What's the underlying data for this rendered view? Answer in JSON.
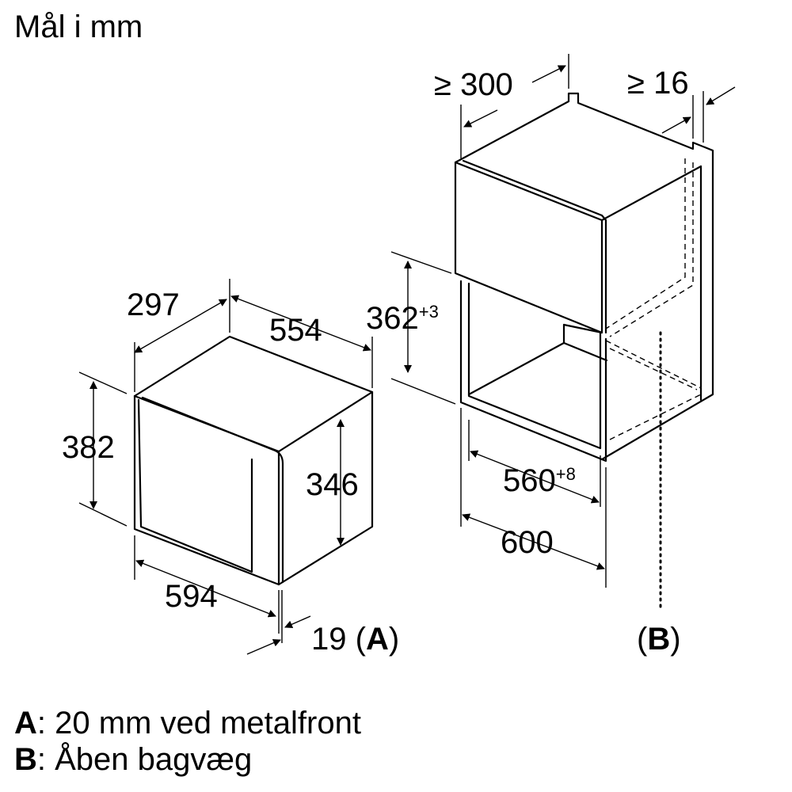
{
  "title": "Mål i mm",
  "dims": {
    "depth_297": "297",
    "width_554": "554",
    "height_382": "382",
    "height_346": "346",
    "width_594": "594",
    "front_19": "19",
    "ref_A": "A",
    "niche_height": "362",
    "niche_height_tol": "+3",
    "niche_width": "560",
    "niche_width_tol": "+8",
    "cab_width": "600",
    "depth_300": "≥ 300",
    "gap_16": "≥ 16",
    "ref_B": "B"
  },
  "legend": {
    "a_key": "A",
    "a_text": ": 20 mm ved metalfront",
    "b_key": "B",
    "b_text": ": Åben bagvæg"
  }
}
